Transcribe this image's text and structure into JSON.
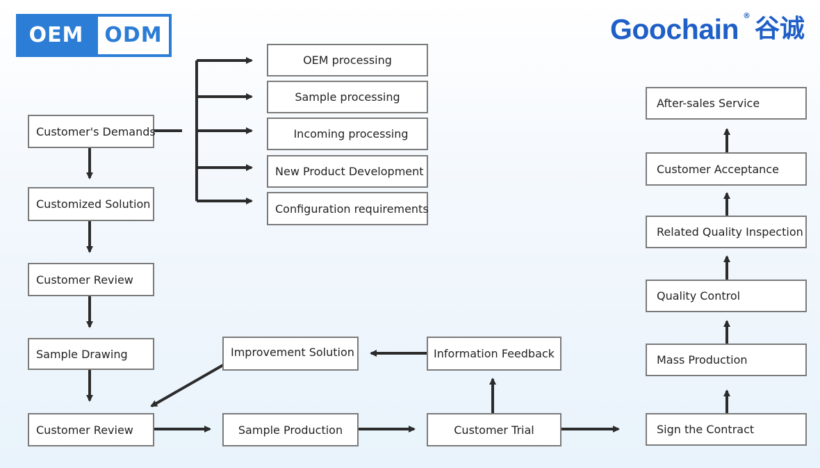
{
  "badge": {
    "left": "OEM",
    "right": "ODM"
  },
  "logo": {
    "name": "Goochain",
    "registered": "®",
    "chinese": "谷诚"
  },
  "nodes": {
    "customers_demands": "Customer's Demands",
    "customized_solution": "Customized Solution",
    "customer_review_1": "Customer Review",
    "sample_drawing": "Sample Drawing",
    "customer_review_2": "Customer Review",
    "sample_production": "Sample Production",
    "customer_trial": "Customer Trial",
    "information_feedback": "Information Feedback",
    "improvement_solution": "Improvement Solution",
    "sign_contract": "Sign the Contract",
    "mass_production": "Mass Production",
    "quality_control": "Quality Control",
    "quality_inspection": "Related Quality Inspection",
    "customer_acceptance": "Customer Acceptance",
    "after_sales": "After-sales Service"
  },
  "demand_types": [
    "OEM processing",
    "Sample processing",
    "Incoming processing",
    "New Product Development",
    "Configuration requirements"
  ],
  "colors": {
    "brand_blue": "#2c7dd6",
    "logo_blue": "#1f5fc6",
    "arrow": "#2b2b2b",
    "border": "#7a7a7a"
  }
}
